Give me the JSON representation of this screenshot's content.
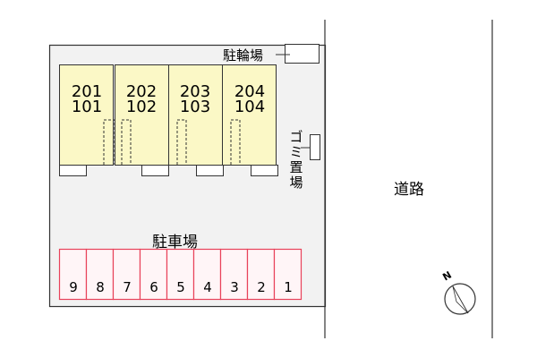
{
  "map": {
    "road_label": "道路",
    "bicycle_parking_label": "駐輪場",
    "garbage_area_label": "ゴミ置場",
    "parking_label": "駐車場",
    "compass_label": "N",
    "units": [
      {
        "upper": "201",
        "lower": "101"
      },
      {
        "upper": "202",
        "lower": "102"
      },
      {
        "upper": "203",
        "lower": "103"
      },
      {
        "upper": "204",
        "lower": "104"
      }
    ],
    "parking_spaces": [
      "9",
      "8",
      "7",
      "6",
      "5",
      "4",
      "3",
      "2",
      "1"
    ],
    "colors": {
      "building_fill": "#fbf8c6",
      "lot_fill": "#f2f2f2",
      "parking_stroke": "#e8435b",
      "parking_fill": "#fff5f7",
      "line": "#333333"
    }
  }
}
